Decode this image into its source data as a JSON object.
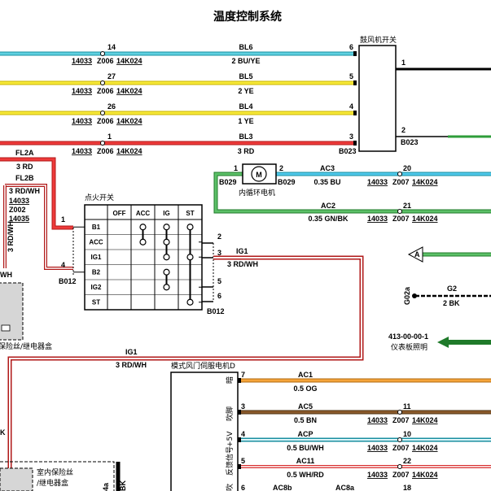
{
  "title": "温度控制系统",
  "blower_switch": {
    "label": "鼓风机开关",
    "pins": [
      "6",
      "5",
      "4",
      "3",
      "1",
      "2"
    ],
    "connector": "B023"
  },
  "blower_wires": [
    {
      "circuit": "BL6",
      "spec": "2 BU/YE",
      "pin_left": "14",
      "color": "#4fc3d3"
    },
    {
      "circuit": "BL5",
      "spec": "2 YE",
      "pin_left": "27",
      "color": "#f5e430"
    },
    {
      "circuit": "BL4",
      "spec": "1 YE",
      "pin_left": "26",
      "color": "#f5e430"
    },
    {
      "circuit": "BL3",
      "spec": "3 RD",
      "pin_left": "1",
      "color": "#e52b2b"
    }
  ],
  "wire_refs": {
    "a": "14033",
    "b": "Z006",
    "c": "14K024",
    "z7": "Z007"
  },
  "fuse_block": {
    "fl2a": "FL2A",
    "spec1": "3 RD",
    "fl2b": "FL2B",
    "spec2": "3 RD/WH",
    "ref1": "14033",
    "conn": "Z002",
    "ref2": "14035",
    "vert": "3 RD/WH",
    "cut": "WH"
  },
  "ignition_switch": {
    "label": "点火开关",
    "columns": [
      "OFF",
      "ACC",
      "IG",
      "ST"
    ],
    "rows": [
      "B1",
      "ACC",
      "IG1",
      "B2",
      "IG2",
      "ST"
    ],
    "in_pins": [
      "1",
      "4"
    ],
    "in_connector": "B012",
    "out_pins": [
      "2",
      "3",
      "5",
      "6"
    ],
    "out_connector": "B012"
  },
  "recirc_motor": {
    "label": "内循环电机",
    "pin1": "1",
    "pin2": "2",
    "conn_left": "B029",
    "conn_right": "B029",
    "motor_symbol": "M"
  },
  "ac_wires": [
    {
      "circuit": "AC3",
      "spec": "0.35 BU",
      "pin": "20",
      "ref1": "14033",
      "ref2": "Z007",
      "ref3": "14K024"
    },
    {
      "circuit": "AC2",
      "spec": "0.35 GN/BK",
      "pin": "21",
      "ref1": "14033",
      "ref2": "Z007",
      "ref3": "14K024"
    }
  ],
  "ig1": {
    "circuit": "IG1",
    "spec": "3 RD/WH",
    "circuit2": "IG1",
    "spec2": "3 RD/WH"
  },
  "ground": {
    "conn": "G02a",
    "circuit": "G2",
    "spec": "2 BK",
    "arrow": "A"
  },
  "dash_light": {
    "code": "413-00-00-1",
    "label": "仪表板照明"
  },
  "mode_motor": {
    "label": "模式风门伺服电机D",
    "side_labels": [
      "暗",
      "吹脚",
      "+5V",
      "反馈信号",
      "吹"
    ],
    "wires": [
      {
        "pin": "7",
        "circuit": "AC1",
        "spec": "0.5 OG",
        "color": "#f0a030",
        "right_pin": "",
        "refs": false
      },
      {
        "pin": "3",
        "circuit": "AC5",
        "spec": "0.5 BN",
        "color": "#8b5a2b",
        "right_pin": "11",
        "refs": true
      },
      {
        "pin": "4",
        "circuit": "ACP",
        "spec": "0.5 BU/WH",
        "color": "#4fc3d3",
        "right_pin": "10",
        "refs": true
      },
      {
        "pin": "5",
        "circuit": "AC11",
        "spec": "0.5 WH/RD",
        "color": "#e52b2b",
        "right_pin": "22",
        "refs": true
      }
    ],
    "bottom_pin": "6",
    "bottom_c1": "AC8b",
    "bottom_c2": "AC8a",
    "bottom_right_pin": "18"
  },
  "fuse_box_left": "保险丝/继电器盒",
  "fuse_box_bottom": "室内保险丝\n/继电器盒",
  "bottom_codes": [
    "4a",
    "BK"
  ],
  "left_cut": "K"
}
